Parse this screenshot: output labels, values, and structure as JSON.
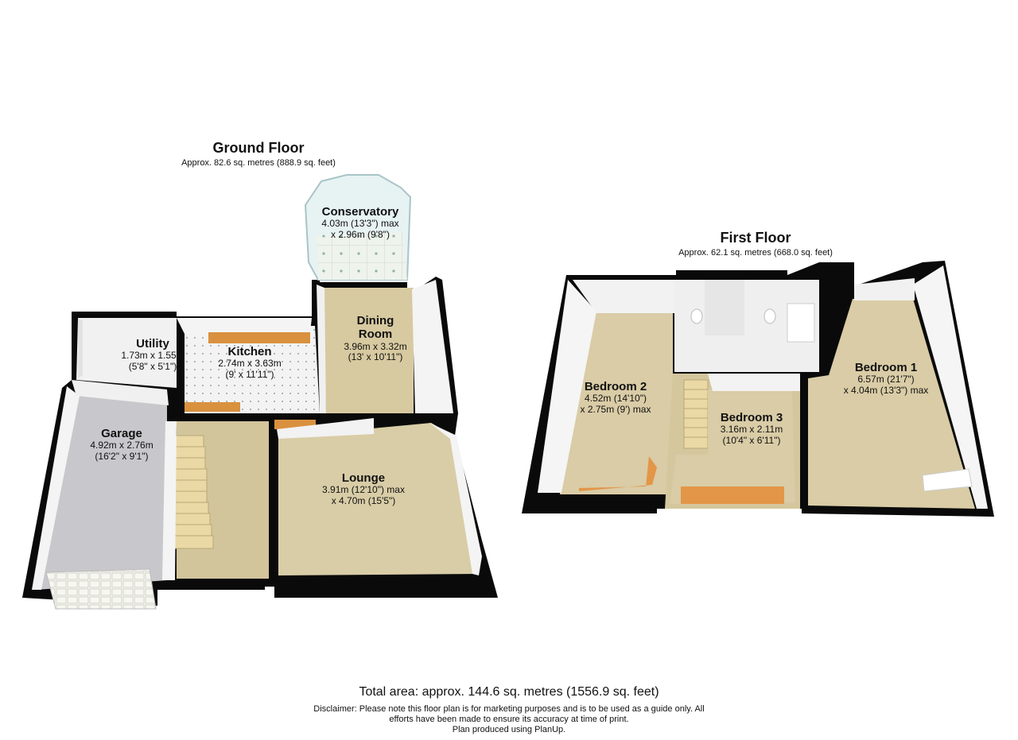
{
  "ground_floor": {
    "title": "Ground Floor",
    "area": "Approx. 82.6 sq. metres (888.9 sq. feet)",
    "rooms": {
      "conservatory": {
        "name": "Conservatory",
        "dim1": "4.03m (13'3\") max",
        "dim2": "x 2.96m (9'8\")"
      },
      "dining": {
        "name1": "Dining",
        "name2": "Room",
        "dim1": "3.96m x 3.32m",
        "dim2": "(13' x 10'11\")"
      },
      "utility": {
        "name": "Utility",
        "dim1": "1.73m x 1.55m",
        "dim2": "(5'8\" x 5'1\")"
      },
      "kitchen": {
        "name": "Kitchen",
        "dim1": "2.74m x 3.63m",
        "dim2": "(9' x 11'11\")"
      },
      "garage": {
        "name": "Garage",
        "dim1": "4.92m x 2.76m",
        "dim2": "(16'2\" x 9'1\")"
      },
      "lounge": {
        "name": "Lounge",
        "dim1": "3.91m (12'10\") max",
        "dim2": "x 4.70m (15'5\")"
      }
    }
  },
  "first_floor": {
    "title": "First Floor",
    "area": "Approx. 62.1 sq. metres (668.0 sq. feet)",
    "rooms": {
      "bedroom1": {
        "name": "Bedroom 1",
        "dim1": "6.57m (21'7\")",
        "dim2": "x 4.04m (13'3\") max"
      },
      "bedroom2": {
        "name": "Bedroom 2",
        "dim1": "4.52m (14'10\")",
        "dim2": "x 2.75m (9') max"
      },
      "bedroom3": {
        "name": "Bedroom 3",
        "dim1": "3.16m x 2.11m",
        "dim2": "(10'4\" x 6'11\")"
      }
    }
  },
  "footer": {
    "total": "Total area: approx. 144.6 sq. metres (1556.9 sq. feet)",
    "disclaimer1": "Disclaimer: Please note this floor plan is for marketing purposes and is to be used as a guide only. All",
    "disclaimer2": "efforts have been made to ensure its accuracy at time of print.",
    "disclaimer3": "Plan produced using PlanUp."
  },
  "colors": {
    "wall": "#0a0a0a",
    "wall_face": "#f2f2f2",
    "carpet": "#d8cba4",
    "garage_floor": "#c9c9cc",
    "worktop": "#d9913f",
    "tile": "#e9efe6",
    "kitchen_floor": "#f0f0f0"
  }
}
